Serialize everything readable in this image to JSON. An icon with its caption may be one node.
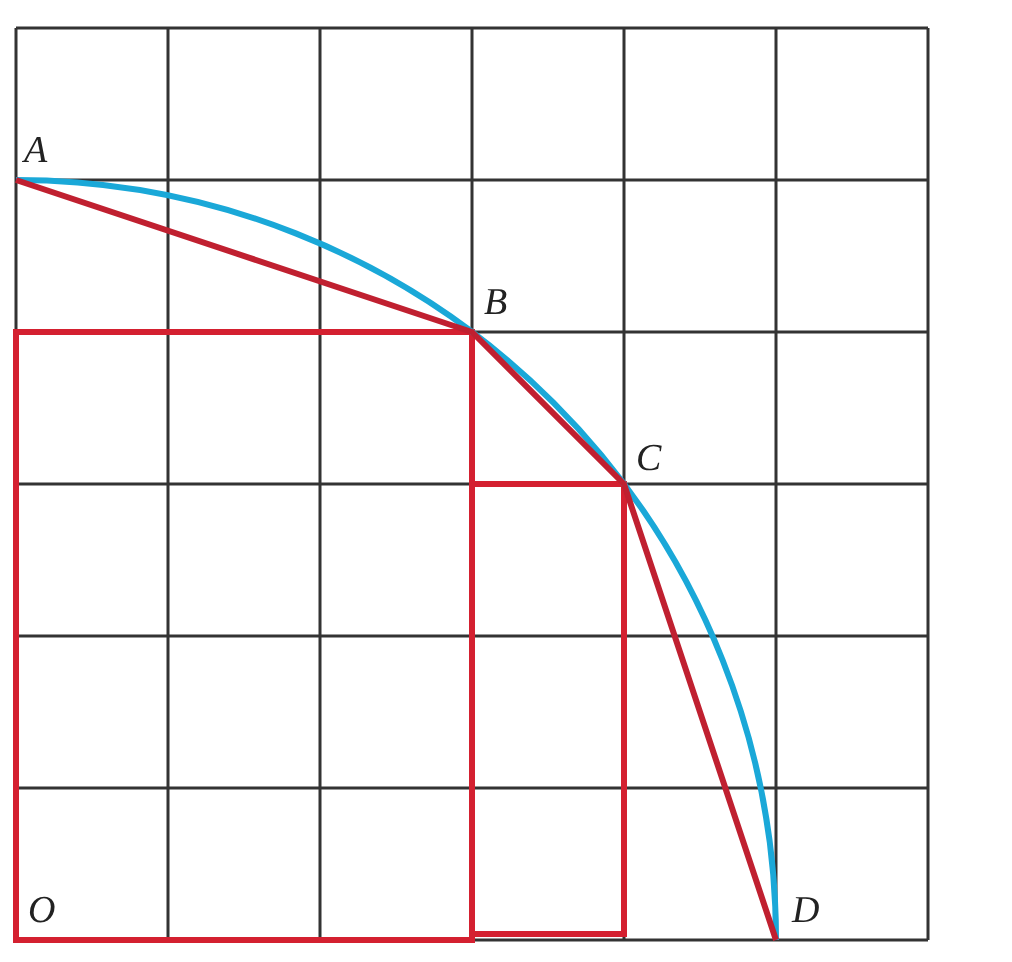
{
  "diagram": {
    "labels": [
      "A",
      "B",
      "C",
      "O",
      "D"
    ]
  }
}
